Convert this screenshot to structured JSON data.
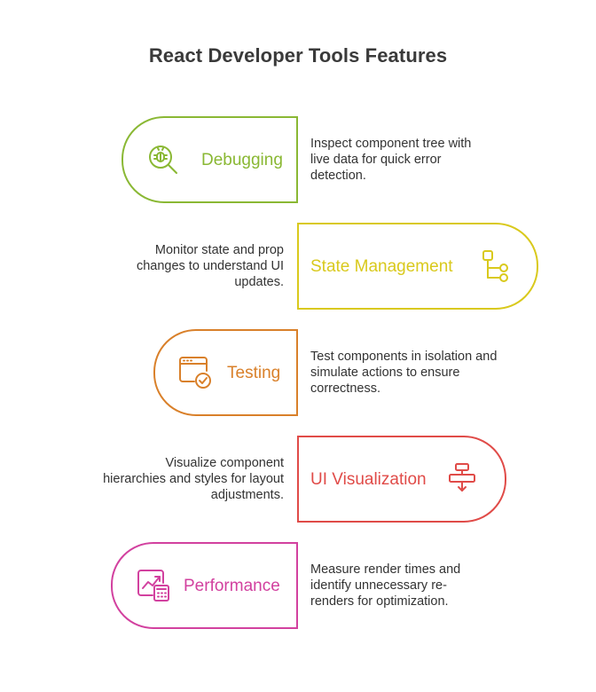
{
  "title": "React Developer Tools Features",
  "features": [
    {
      "name": "Debugging",
      "icon": "bug-search-icon",
      "color": "#8ab834",
      "description": "Inspect component tree with live data for quick error detection."
    },
    {
      "name": "State Management",
      "icon": "flow-tree-icon",
      "color": "#d9c91c",
      "description": "Monitor state and prop changes to understand UI updates."
    },
    {
      "name": "Testing",
      "icon": "browser-check-icon",
      "color": "#d9802a",
      "description": "Test components in isolation and simulate actions to ensure correctness."
    },
    {
      "name": "UI Visualization",
      "icon": "flowchart-icon",
      "color": "#e04b48",
      "description": "Visualize component hierarchies and styles for layout adjustments."
    },
    {
      "name": "Performance",
      "icon": "chart-calculator-icon",
      "color": "#d2419f",
      "description": "Measure render times and identify unnecessary re-renders for optimization."
    }
  ]
}
